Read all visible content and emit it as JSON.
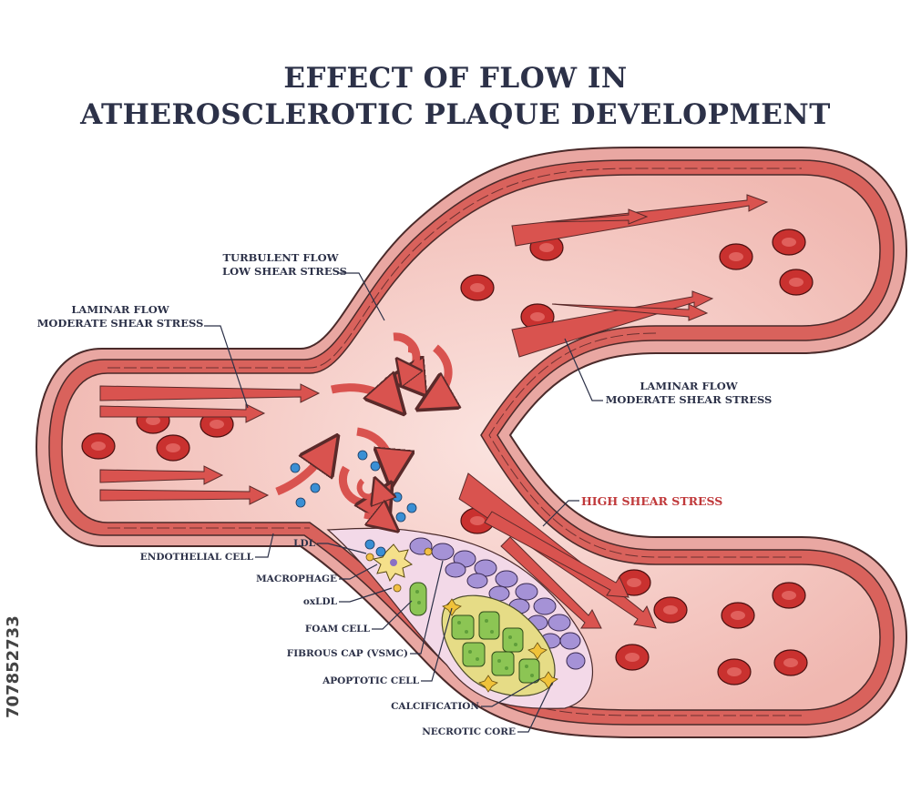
{
  "title": {
    "line1": "EFFECT OF FLOW IN",
    "line2": "ATHEROSCLEROTIC PLAQUE DEVELOPMENT"
  },
  "labels": {
    "turbulent_1": "TURBULENT FLOW",
    "turbulent_2": "LOW SHEAR STRESS",
    "laminar_left_1": "LAMINAR FLOW",
    "laminar_left_2": "MODERATE SHEAR STRESS",
    "laminar_right_1": "LAMINAR FLOW",
    "laminar_right_2": "MODERATE SHEAR STRESS",
    "high_shear": "HIGH SHEAR STRESS",
    "endothelial_cell": "ENDOTHELIAL CELL",
    "ldl": "LDL",
    "macrophage": "MACROPHAGE",
    "oxldl": "oxLDL",
    "foam_cell": "FOAM CELL",
    "fibrous_cap": "FIBROUS CAP (VSMC)",
    "apoptotic_cell": "APOPTOTIC CELL",
    "calcification": "CALCIFICATION",
    "necrotic_core": "NECROTIC CORE"
  },
  "stock_id": "707852733",
  "colors": {
    "title": "#2c3148",
    "wall": "#c9524f",
    "lumen": "#f6c9c4",
    "arrow": "#d9534f",
    "rbc": "#c9312f",
    "ldl": "#3a8fd4",
    "plaque_pink": "#f3d9e8",
    "vsmc": "#a592d6",
    "foam": "#8cc554",
    "core": "#e6dc86",
    "high_shear": "#c0393b"
  }
}
